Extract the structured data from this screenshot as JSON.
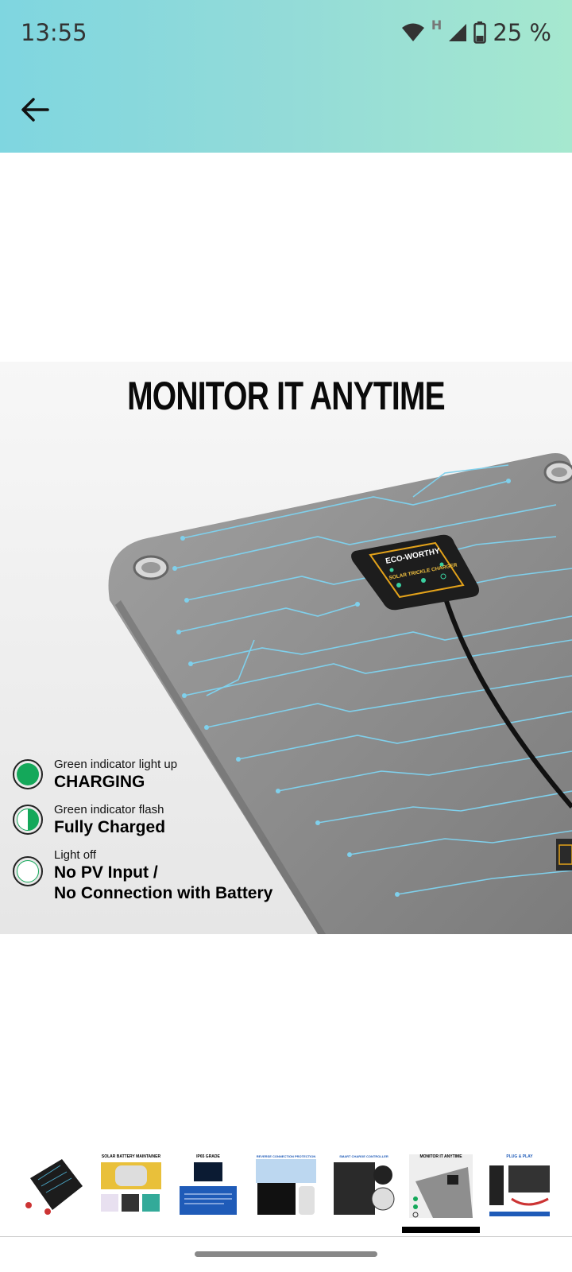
{
  "status_bar": {
    "time": "13:55",
    "network": "H",
    "battery": "25 %"
  },
  "nav": {
    "back_icon": "arrow-left-icon"
  },
  "product_image": {
    "headline": "MONITOR IT ANYTIME",
    "controller_brand": "ECO-WORTHY",
    "controller_label": "SOLAR TRICKLE CHARGER",
    "legend": [
      {
        "small": "Green indicator light up",
        "big": "CHARGING",
        "icon": "filled-green-circle"
      },
      {
        "small": "Green indicator flash",
        "big": "Fully Charged",
        "icon": "half-green-circle"
      },
      {
        "small": "Light off",
        "big": "No PV Input / No Connection with Battery",
        "big_line1": "No PV Input /",
        "big_line2": "No Connection with Battery",
        "icon": "empty-circle"
      }
    ],
    "colors": {
      "indicator_green": "#14a85a",
      "circuit_blue": "#7fd0ec",
      "panel_gray": "#8e8e8e"
    }
  },
  "thumbnails": {
    "selected_index": 5,
    "titles": [
      "",
      "SOLAR BATTERY MAINTAINER",
      "IP65 GRADE",
      "REVERSE CONNECTION PROTECTION",
      "SMART CHARGE CONTROLLER",
      "MONITOR IT ANYTIME",
      "PLUG & PLAY"
    ]
  }
}
